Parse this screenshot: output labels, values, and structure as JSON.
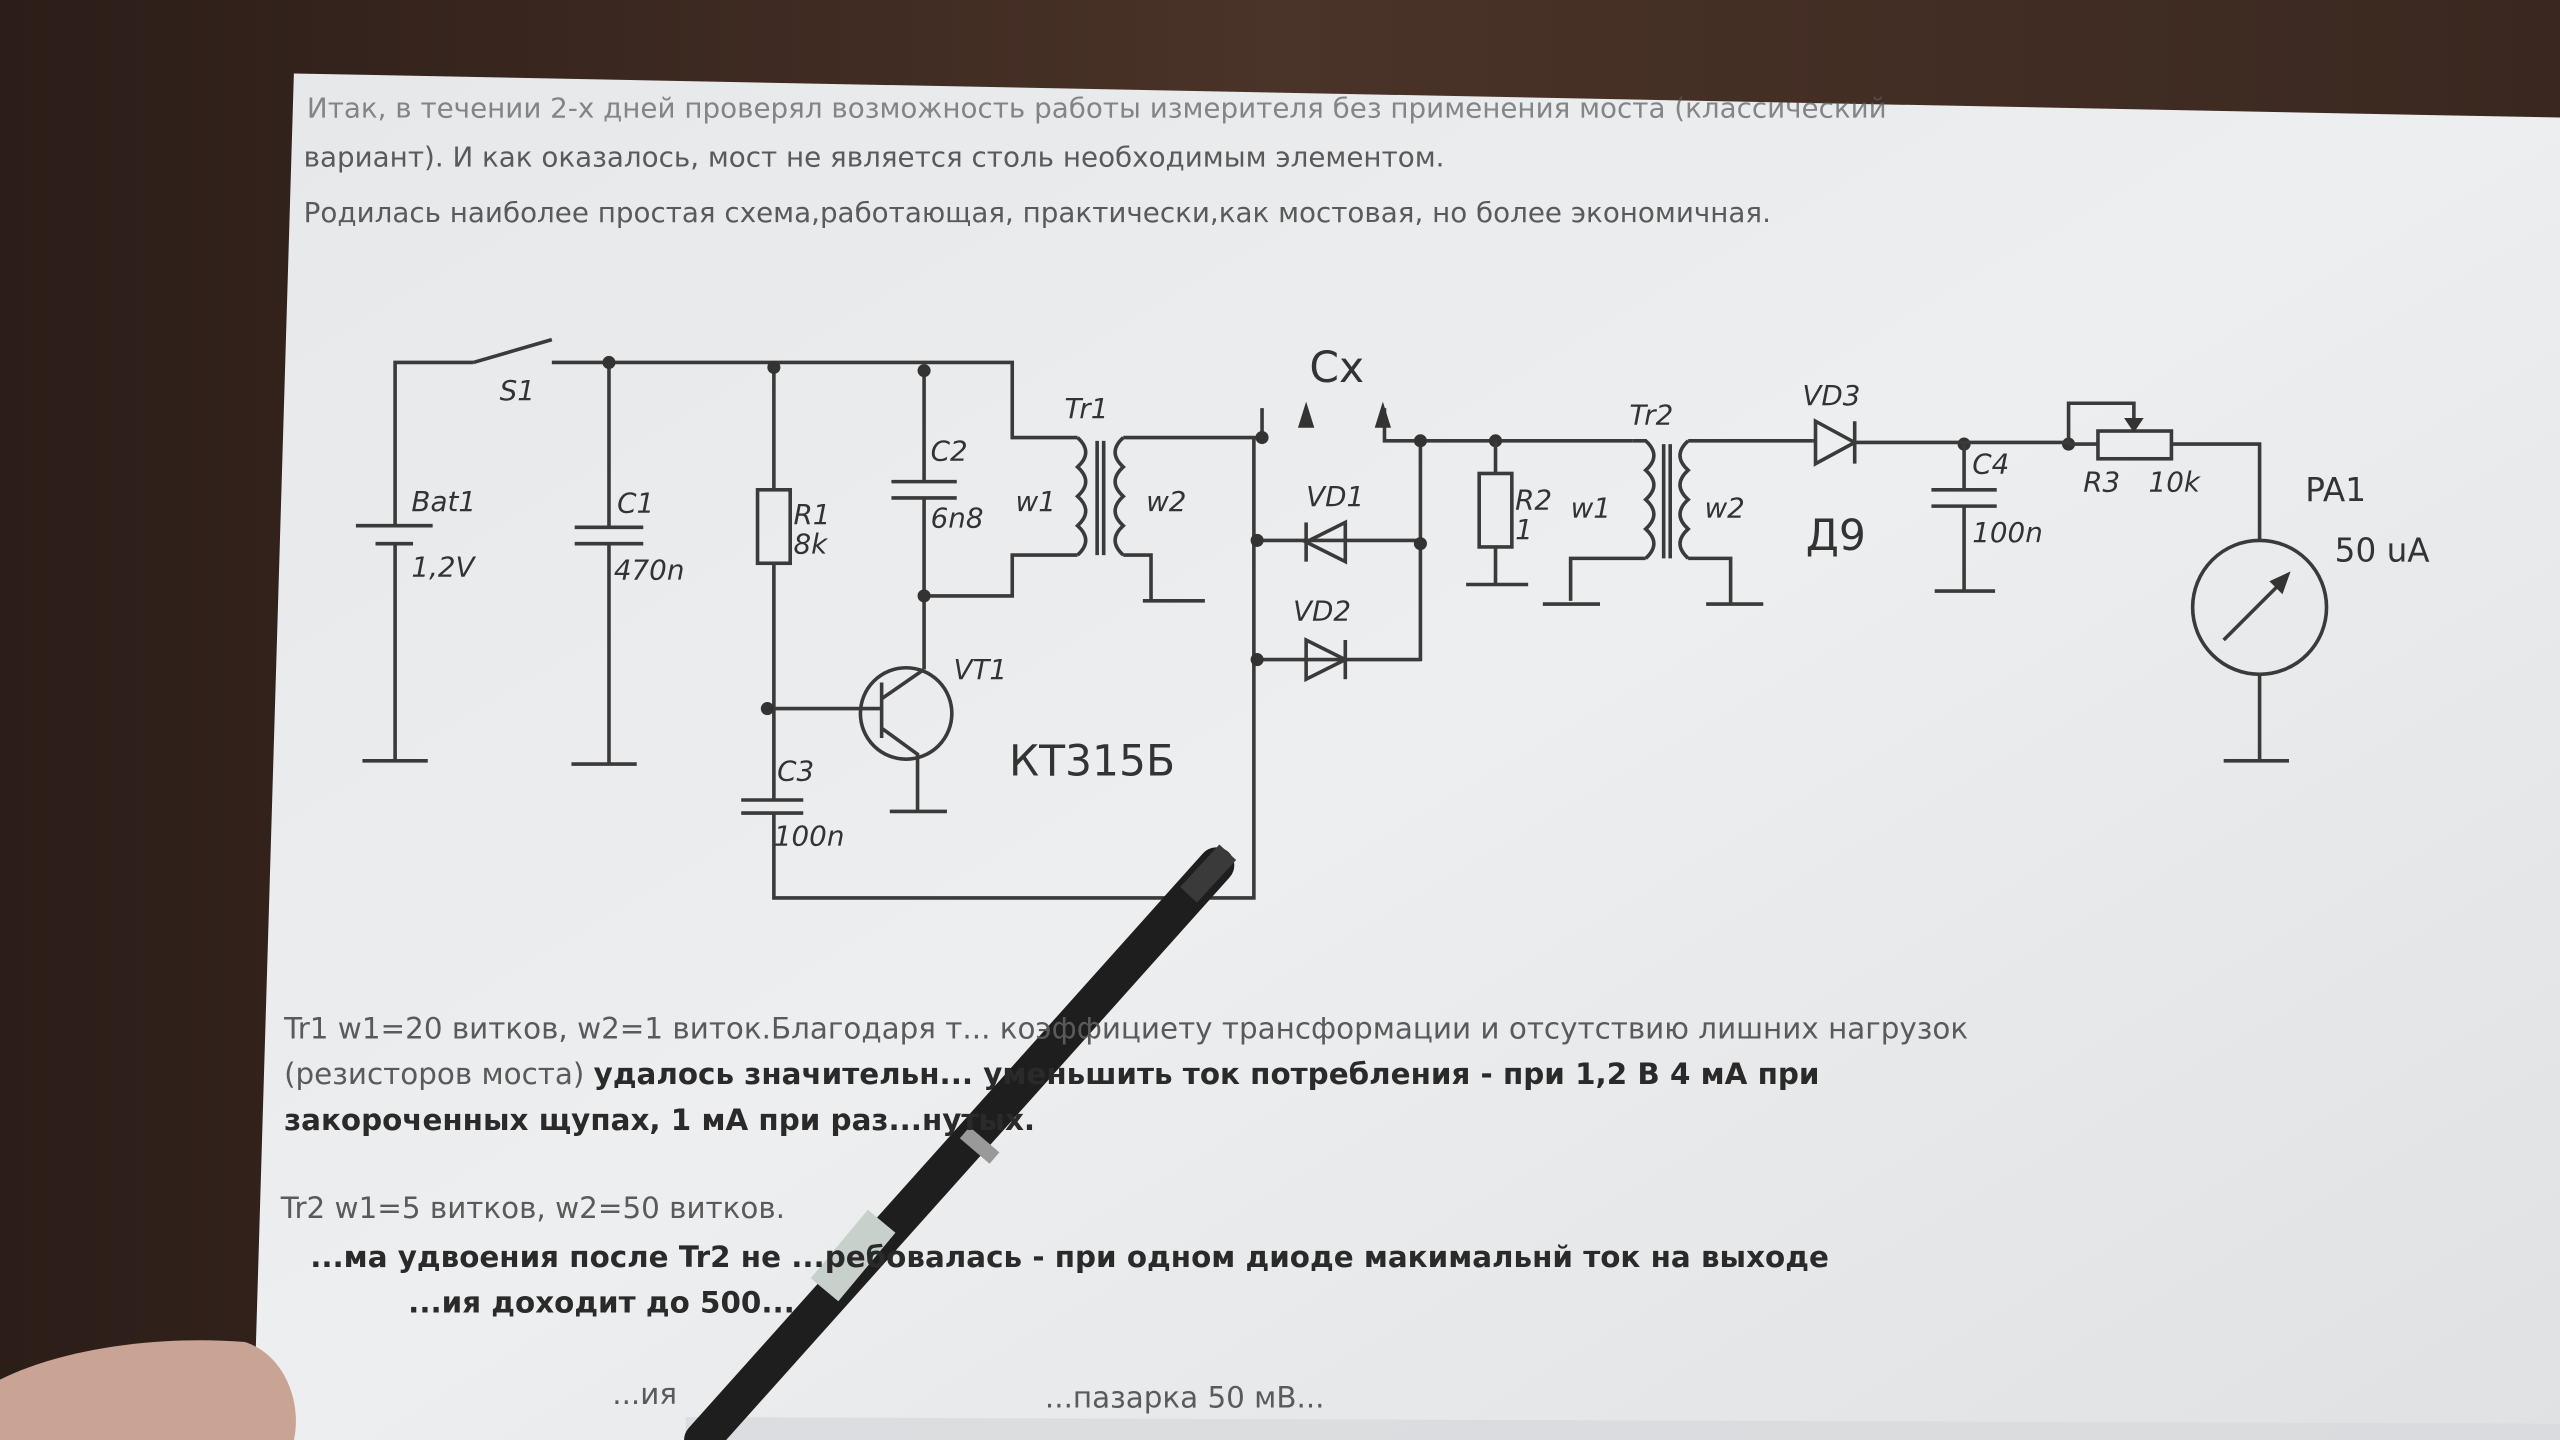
{
  "intro": {
    "line1": "Итак, в течении 2-х дней проверял возможность работы измерителя без применения моста (классический",
    "line2": "вариант). И как оказалось, мост не является столь необходимым элементом.",
    "line3": "Родилась наиболее простая схема,работающая, практически,как мостовая, но более экономичная."
  },
  "schematic": {
    "s1": "S1",
    "bat1": "Bat1",
    "bat1_value": "1,2V",
    "c1": "C1",
    "c1_value": "470n",
    "r1": "R1",
    "r1_value": "8k",
    "c2": "C2",
    "c2_value": "6n8",
    "c3": "C3",
    "c3_value": "100n",
    "vt1": "VT1",
    "transistor_type": "КТ315Б",
    "tr1": "Tr1",
    "tr1_w1": "w1",
    "tr1_w2": "w2",
    "cx": "Cx",
    "vd1": "VD1",
    "vd2": "VD2",
    "r2": "R2",
    "r2_value": "1",
    "tr2": "Tr2",
    "tr2_w1": "w1",
    "tr2_w2": "w2",
    "vd3": "VD3",
    "vd3_type": "Д9",
    "c4": "C4",
    "c4_value": "100n",
    "r3": "R3",
    "r3_value": "10k",
    "pa1": "PA1",
    "pa1_value": "50 uA"
  },
  "notes": {
    "tr1_line1": "Tr1 w1=20 витков, w2=1 виток.Благодаря т... коэффициету трансформации и отсутствию лишних нагрузок",
    "tr1_line2a": "(резисторов моста) ",
    "tr1_line2b": "удалось значительн... уменьшить ток потребления - при 1,2 В 4 мА при",
    "tr1_line3": "закороченных щупах, 1 мА при раз...нутых.",
    "tr2_line1": "Tr2 w1=5 витков, w2=50 витков.",
    "tr2_line2": "...ма удвоения после Tr2 не ...ребовалась - при одном диоде макимальнй ток на выходе",
    "tr2_line3": "...ия доходит до 500...",
    "bottom_fragment1": "...ия",
    "bottom_fragment2": "...пазарка 50 мВ..."
  }
}
